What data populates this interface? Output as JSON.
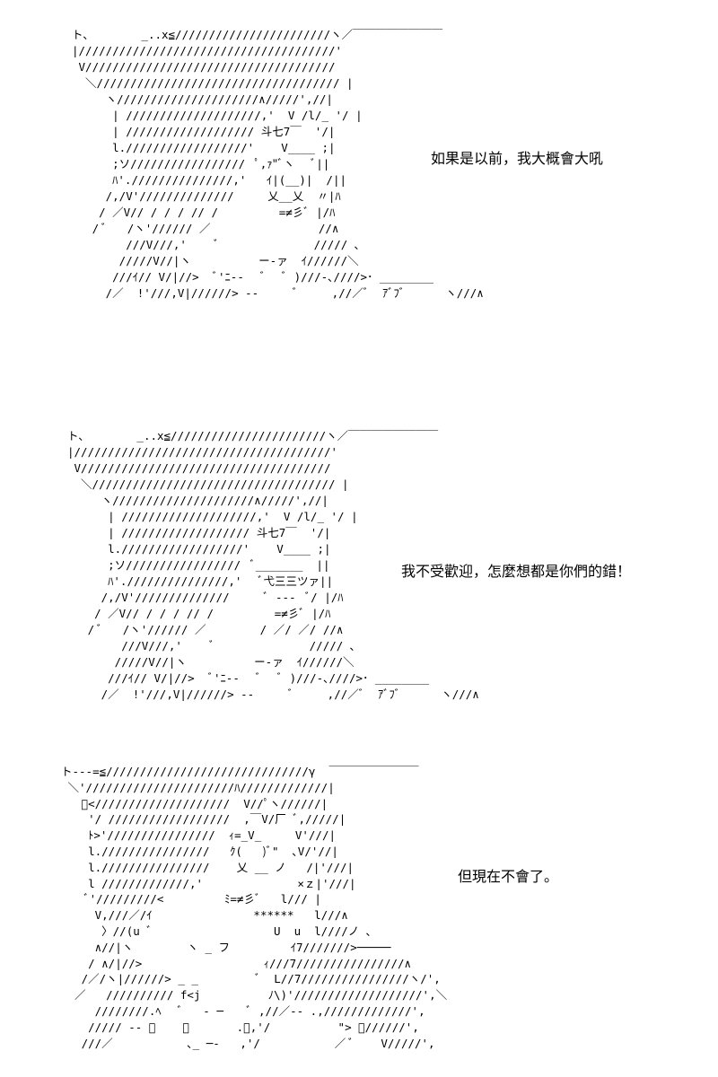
{
  "panels": [
    {
      "caption": "如果是以前，我大概會大吼",
      "art": [
        "ト、       _..x≦///////////////////////ヽ／￣￣￣￣￣￣￣￣",
        "|//////////////////////////////////////'",
        " V/////////////////////////////////////",
        "  ＼//////////////////////////////////// |",
        "     ヽ/////////////////////∧/////',//|",
        "      | ////////////////////,'  V /l/_ '/ |",
        "      | /////////////////// 斗七7￣  '/|",
        "      l.//////////////////'    V____ ;|",
        "      ;ソ/////////////////  ﾟ,ｧ\"ﾞヽ   ﾞ||",
        "      ﾊ'.///////////////,'   ｲ|(__)|  /||",
        "     /,/V'//////////////     乂__乂  〃|ﾊ",
        "    / ／V// / / / // /         =≠彡ﾞ |/ﾊ",
        "   / ﾞ   /ヽ'////// ／                //∧",
        "        ///V///,'    ﾞ              ///// ､",
        "       /////V//|ヽ          ー-ァ  ｲ//////＼",
        "      ///ｲ// V/|//>  ﾞ'ﾆ-‐   ﾞ   ﾞ )///-､////>･ ________",
        "     /／  !'///,V|//////> ‐‐     ﾞ     ,//／ﾞ  ｱﾞﾌﾞ      ヽ///∧"
      ]
    },
    {
      "caption": "我不受歡迎，怎麼想都是你們的錯！",
      "art": [
        "ト、       _..x≦///////////////////////ヽ／￣￣￣￣￣￣￣￣",
        "|//////////////////////////////////////'",
        " V/////////////////////////////////////",
        "  ＼//////////////////////////////////// |",
        "     ヽ/////////////////////∧/////',//|",
        "      | ////////////////////,'  V /l/_ '/ |",
        "      | /////////////////// 斗七7￣  '/|",
        "      l.//////////////////'    V____ ;|",
        "      ;ソ/////////////////  ﾞ_______  ||",
        "      ﾊ'.///////////////,'   ﾞ弋三三ツァ||",
        "     /,/V'//////////////     ﾞ ‐‐‐  ﾞ/ |/ﾊ",
        "    / ／V// / / / // /         =≠彡ﾞ |/ﾊ",
        "   / ﾞ   /ヽ'////// ／        / ／/ ／/ //∧",
        "        ///V///,'    ﾞ              ///// ､",
        "       /////V//|ヽ          ー-ァ  ｲ//////＼",
        "      ///ｲ// V/|//>  ﾞ'ﾆ-‐   ﾞ   ﾞ )///-､////>･ ________",
        "     /／  !'///,V|//////> ‐‐     ﾞ     ,//／ﾞ  ｱﾞﾌﾞ      ヽ///∧"
      ]
    },
    {
      "caption": "但現在不會了。",
      "art": [
        "ト---=≦//////////////////////////////γ  ￣￣￣￣￣￣￣￣",
        " ＼'//////////////////////ﾊ/////////////|",
        "   ﾞ<////////////////////  V//ﾟヽ//////|",
        "    '/ //////////////////  ,￣V/厂 ﾞ,/////|",
        "    ﾄ>'////////////////  ｨ=_V_     V'///|",
        "    l.////////////////   ｸ(   )ﾞ\"  ､V/'//|",
        "    l.////////////////    乂 __ ノ   /|'///|",
        "    l /////////////,'              ×ｚ|'///|",
        "    ﾞ'/////////<         ﾐ=≠彡ﾞ   l/// |",
        "     V,///／/ｲ               ******   l///∧",
        "      〉//(u ﾞ                  U  u  l////ノ ､",
        "     ∧//|ヽ        ヽ _ フ         ｲ7///////>─────",
        "    / ∧/|//>                  ｨ///7////////////////∧",
        "   /／/ヽ|//////> _ _         ﾞ  L//7////////////////ヽ/',",
        "  ／   ////////// f<j          ﾉ\\)'///////////////////',＼",
        "     ////////.ﾍ   ﾞ   - ─    ﾞ ,//／-- .,/////////////',",
        "    ///// ‐‐ ﾞ    ＼       .／,'/          \"> ､//////',",
        "   ///／           ､_ ─‐   ,'/           ／ ﾞ    V/////',"
      ]
    }
  ]
}
